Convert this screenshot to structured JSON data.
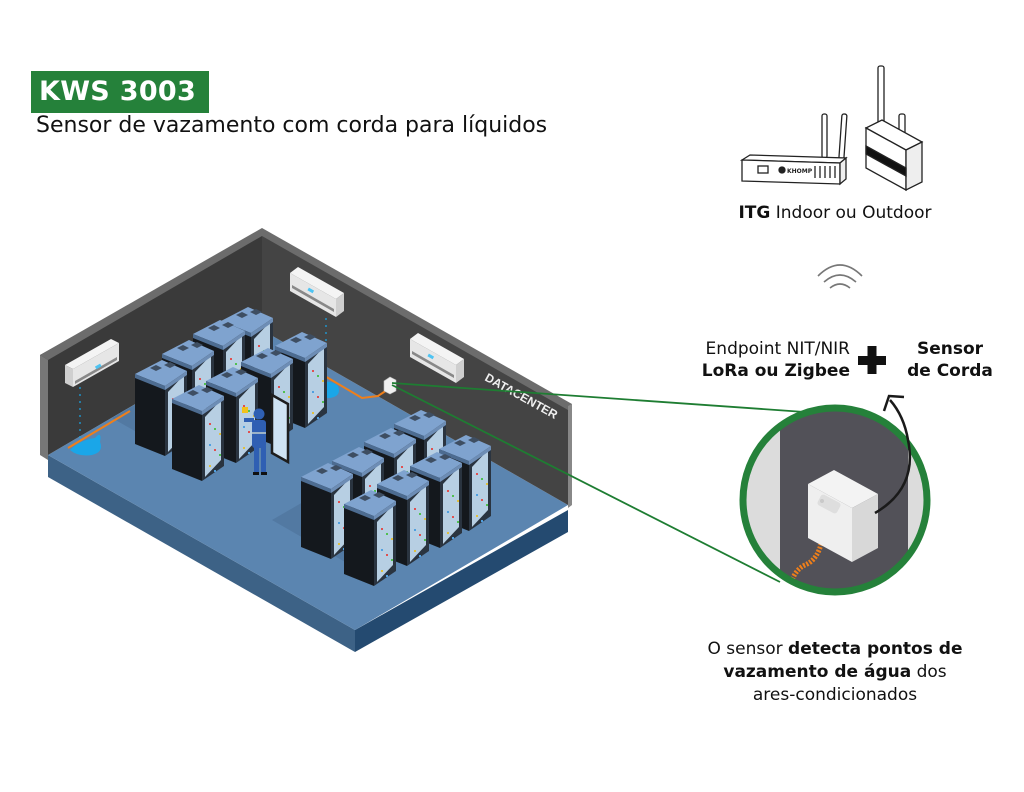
{
  "header": {
    "model": "KWS 3003",
    "subtitle": "Sensor de vazamento com corda para líquidos"
  },
  "gateway": {
    "bold": "ITG",
    "text": " Indoor ou Outdoor",
    "device_brand": "KHOMP",
    "icon": "gateway-antenna-icon"
  },
  "wireless": {
    "icon": "wifi-signal-icon"
  },
  "endpoint": {
    "line1": "Endpoint NIT/NIR",
    "line2": "LoRa ou Zigbee"
  },
  "plus": {
    "icon": "plus-icon"
  },
  "sensor": {
    "line1": "Sensor",
    "line2": "de Corda"
  },
  "description": {
    "part1": "O sensor ",
    "bold1": "detecta pontos de",
    "bold2": "vazamento de água",
    "part2": " dos",
    "line3": "ares-condicionados"
  },
  "room": {
    "wall_label": "DATACENTER",
    "ac_units": 3,
    "racks": 16,
    "leak_puddles": 2
  },
  "colors": {
    "brand_green": "#25813a",
    "wall": "#444444",
    "floor": "#5b85b0",
    "rack_top": "#7fa3cf",
    "leak": "#1aa6e8",
    "cable": "#ef7f1a"
  }
}
